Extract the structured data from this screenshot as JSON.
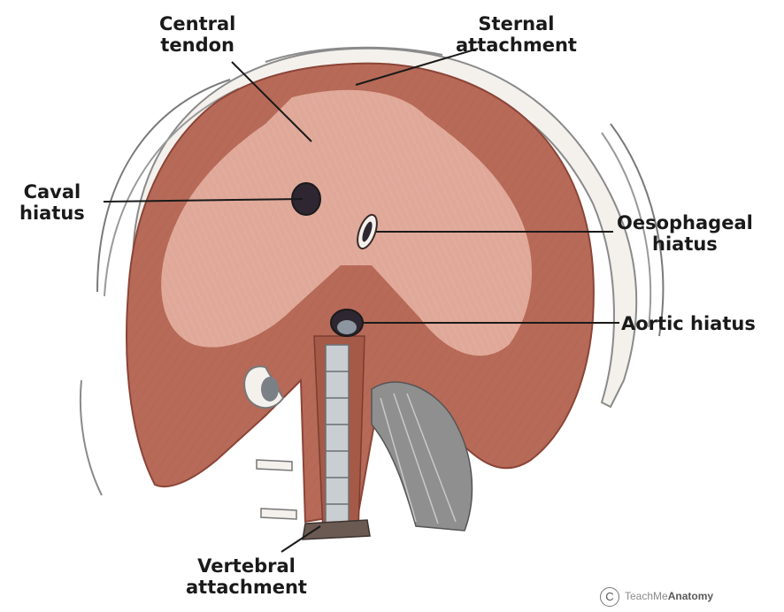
{
  "labels": {
    "central_tendon": [
      "Central",
      "tendon"
    ],
    "sternal_attachment": [
      "Sternal",
      "attachment"
    ],
    "caval_hiatus": [
      "Caval",
      "hiatus"
    ],
    "oesophageal_hiatus": [
      "Oesophageal",
      "hiatus"
    ],
    "aortic_hiatus": "Aortic hiatus",
    "vertebral_attachment": [
      "Vertebral",
      "attachment"
    ]
  },
  "watermark": {
    "symbol": "C",
    "brand_light": "TeachMe",
    "brand_bold": "Anatomy"
  },
  "colors": {
    "muscle": "#b76a58",
    "muscle_dark": "#9b5142",
    "tendon": "#e0a898",
    "ribs": "#f4f1ec",
    "opening": "#2e2630",
    "aorta": "#8c96a0"
  }
}
